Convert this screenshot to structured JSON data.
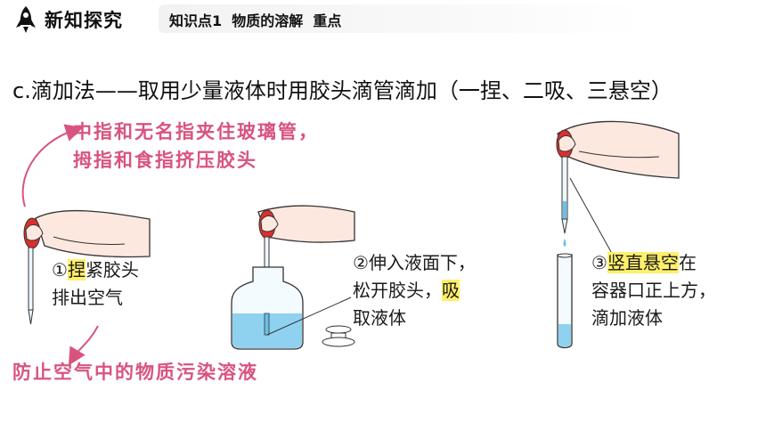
{
  "header": {
    "icon": "rocket-icon",
    "section": "新知探究",
    "topic": "知识点1  物质的溶解  重点"
  },
  "heading": "c.滴加法——取用少量液体时用胶头滴管滴加（一捏、二吸、三悬空）",
  "annotations": {
    "top_line1": "中指和无名指夹住玻璃管，",
    "top_line2": "拇指和食指挤压胶头",
    "bottom": "防止空气中的物质污染溶液"
  },
  "steps": [
    {
      "num": "①",
      "hl": "捏",
      "rest": "紧胶头",
      "line2": "排出空气"
    },
    {
      "num": "②",
      "line1": "伸入液面下，",
      "line2a": "松开胶头，",
      "line2hl": "吸",
      "line3": "取液体"
    },
    {
      "num": "③",
      "hl": "竖直悬空",
      "rest": "在",
      "line2": "容器口正上方，",
      "line3": "滴加液体"
    }
  ],
  "colors": {
    "accent_pink": "#d8547e",
    "highlight": "#fff06a",
    "liquid_blue": "#8fd2ef",
    "bulb_red": "#d9302f"
  }
}
